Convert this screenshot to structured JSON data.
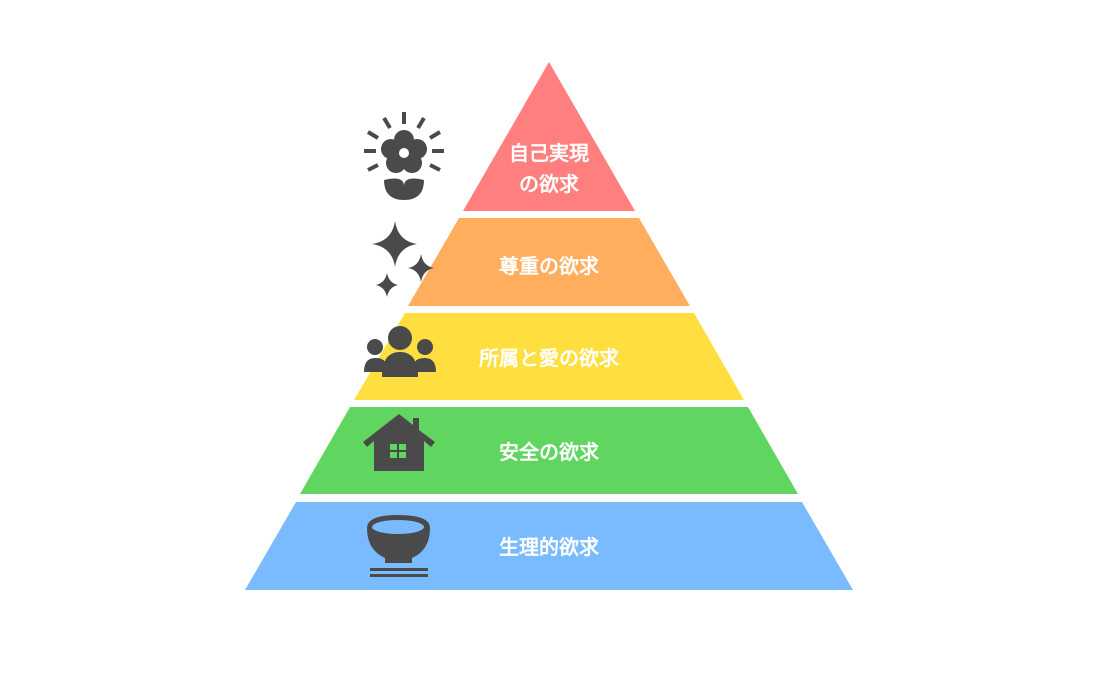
{
  "title": "マズローの欲求5段階説",
  "levels": [
    {
      "label_line1": "自己実現",
      "label_line2": "の欲求",
      "color": "#ff7f7f",
      "icon": "flower-icon"
    },
    {
      "label": "尊重の欲求",
      "color": "#ffae5e",
      "icon": "sparkle-icon"
    },
    {
      "label": "所属と愛の欲求",
      "color": "#ffdf40",
      "icon": "people-icon"
    },
    {
      "label": "安全の欲求",
      "color": "#60d660",
      "icon": "house-icon"
    },
    {
      "label": "生理的欲求",
      "color": "#7abbff",
      "icon": "bowl-icon"
    }
  ],
  "icon_color": "#4a4a4a"
}
